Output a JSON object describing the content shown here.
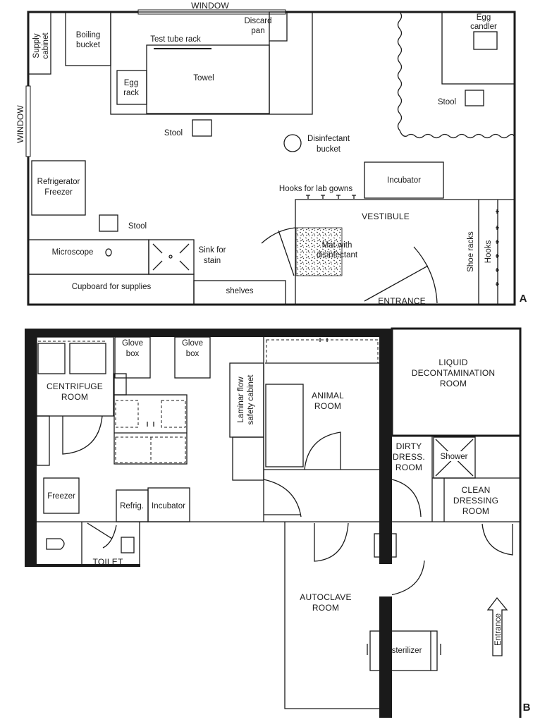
{
  "plan_a": {
    "label": "A",
    "window_top": "WINDOW",
    "window_left": "WINDOW",
    "supply_cabinet": [
      "Supply",
      "cabinet"
    ],
    "boiling_bucket": [
      "Boiling",
      "bucket"
    ],
    "test_tube_rack": "Test tube rack",
    "discard_pan": [
      "Discard",
      "pan"
    ],
    "towel": "Towel",
    "egg_rack": [
      "Egg",
      "rack"
    ],
    "stool_1": "Stool",
    "disinfectant_bucket": [
      "Disinfectant",
      "bucket"
    ],
    "egg_candler": [
      "Egg",
      "candler"
    ],
    "stool_2": "Stool",
    "refrigerator": [
      "Refrigerator",
      "Freezer"
    ],
    "stool_3": "Stool",
    "incubator": "Incubator",
    "hooks_lab_gowns": "Hooks for lab gowns",
    "vestibule": "VESTIBULE",
    "mat": [
      "Mat with",
      "disinfectant"
    ],
    "shoe_racks": "Shoe racks",
    "hooks": "Hooks",
    "microscope": "Microscope",
    "sink": [
      "Sink for",
      "stain"
    ],
    "cupboard": "Cupboard for supplies",
    "shelves": "shelves",
    "entrance": "ENTRANCE"
  },
  "plan_b": {
    "label": "B",
    "glove_box_1": [
      "Glove",
      "box"
    ],
    "glove_box_2": [
      "Glove",
      "box"
    ],
    "centrifuge_room": [
      "CENTRIFUGE",
      "ROOM"
    ],
    "laminar_flow": [
      "Laminar flow",
      "safety cabinet"
    ],
    "animal_room": [
      "ANIMAL",
      "ROOM"
    ],
    "liquid_decon": [
      "LIQUID",
      "DECONTAMINATION",
      "ROOM"
    ],
    "dirty_dress": [
      "DIRTY",
      "DRESS.",
      "ROOM"
    ],
    "shower": "Shower",
    "clean_dressing": [
      "CLEAN",
      "DRESSING",
      "ROOM"
    ],
    "freezer": "Freezer",
    "refrig": "Refrig.",
    "incubator": "Incubator",
    "toilet": "TOILET",
    "autoclave_room": [
      "AUTOCLAVE",
      "ROOM"
    ],
    "entrance": "Entrance",
    "sterilizer": "sterilizer"
  }
}
